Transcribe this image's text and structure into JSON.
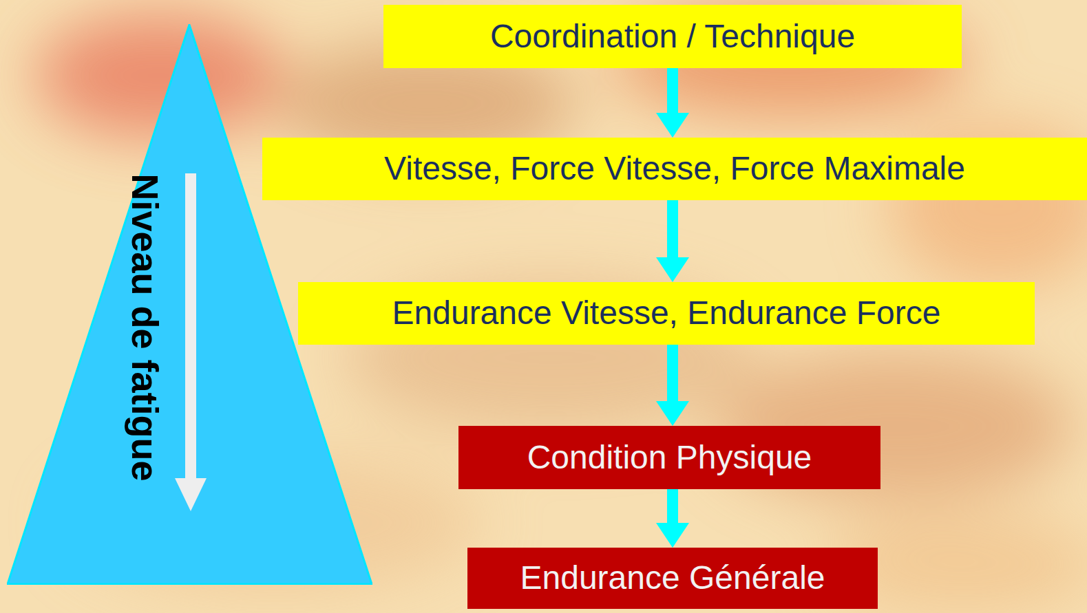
{
  "diagram": {
    "nodes": [
      {
        "text": [
          "Niveau de fatigue"
        ]
      },
      {
        "text": [
          "Coordination / Technique"
        ]
      },
      {
        "text": [
          "Vitesse, Force Vitesse, Force Maximale"
        ]
      },
      {
        "text": [
          "Endurance Vitesse, Endurance Force"
        ]
      },
      {
        "text": [
          "Condition Physique"
        ]
      },
      {
        "text": [
          "Endurance Générale"
        ]
      }
    ],
    "edges": [
      {
        "from": 1,
        "to": 2,
        "arrow": "to"
      },
      {
        "from": 2,
        "to": 3,
        "arrow": "to"
      },
      {
        "from": 3,
        "to": 4,
        "arrow": "to"
      },
      {
        "from": 4,
        "to": 5,
        "arrow": "to"
      }
    ]
  }
}
